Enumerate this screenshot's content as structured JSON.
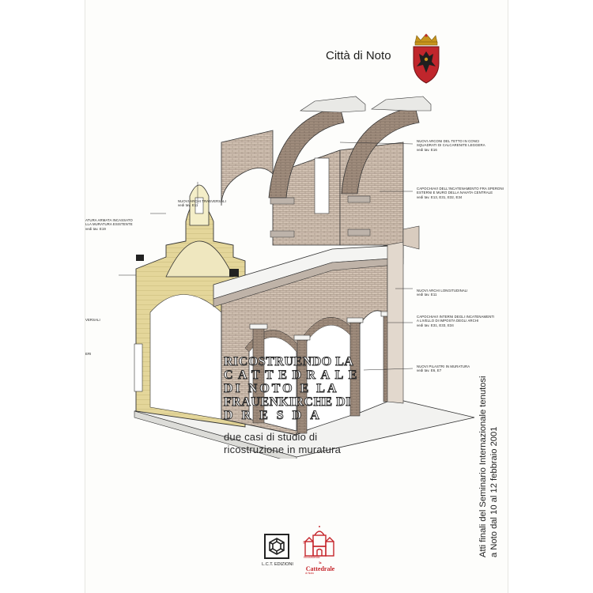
{
  "header": {
    "city": "Città di Noto"
  },
  "title": {
    "line1": "RICOSTRUENDO LA",
    "line2": "CATTEDRALE",
    "line3": "DI NOTO E LA",
    "line4": "FRAUENKIRCHE DI",
    "line5": "DRESDA",
    "subtitle1": "due casi di studio di",
    "subtitle2": "ricostruzione in muratura"
  },
  "side_text": {
    "line1": "Atti finali del Seminario Internazionale tenutosi",
    "line2": "a Noto dal 10 al 12 febbraio 2001"
  },
  "publisher": {
    "name": "L.C.T. EDIZIONI"
  },
  "logo": {
    "line1": "Ricostruendo",
    "line2": "la",
    "line3": "Cattedrale",
    "line4": "di Noto"
  },
  "annotations": {
    "a1": "NUOVI ARCONI DEL TETTO IN CONCI\nSQUADRATI DI CALCARENITE LEGGERA\nvedi tav. E16",
    "a2": "CAPOCHIAVI DELL'INCATENAMENTO FRA SPERONI\nESTERNI E MURO DELLA NAVATA CENTRALE\nvedi tav. E13, E31, E32, E34",
    "a3": "NUOVI ARCHI TRASVERSALI\nvedi tav. E11",
    "a4": "ATURA ARMATA INCASSATO\nLLA MURATURA ESISTENTE\nvedi tav. E19",
    "a5": "NUOVI ARCHI LONGITUDINALI\nvedi tav. E11",
    "a6": "CAPOCHIAVI INTERNI DEGLI INCATENAMENTI\nA LIVELLO DI IMPOSTA DEGLI ARCHI\nvedi tav. E31, E33, E34",
    "a7": "NUOVI PILASTRI IN MURATURA\nvedi tav. E6, E7",
    "a8": "VERSALI",
    "a9": "ERI"
  },
  "colors": {
    "brick": "#cdbba9",
    "stone": "#e4d69a",
    "crest": "#c0262c",
    "crown": "#c8951d"
  }
}
